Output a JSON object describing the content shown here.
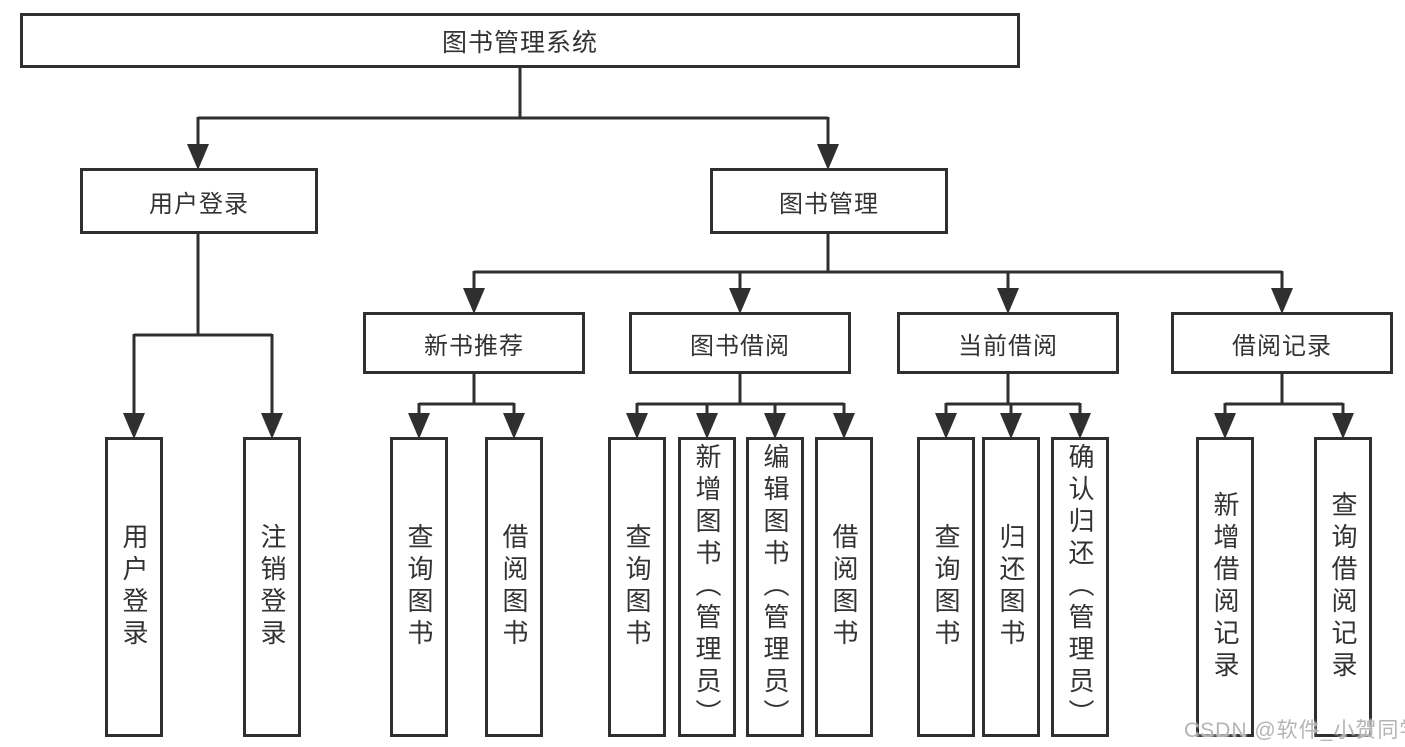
{
  "diagram": {
    "type": "tree-structure-chart",
    "root": {
      "label": "图书管理系统",
      "children": [
        {
          "label": "用户登录",
          "children": [
            {
              "label": "用户登录"
            },
            {
              "label": "注销登录"
            }
          ]
        },
        {
          "label": "图书管理",
          "children": [
            {
              "label": "新书推荐",
              "children": [
                {
                  "label": "查询图书"
                },
                {
                  "label": "借阅图书"
                }
              ]
            },
            {
              "label": "图书借阅",
              "children": [
                {
                  "label": "查询图书"
                },
                {
                  "label": "新增图书（管理员）"
                },
                {
                  "label": "编辑图书（管理员）"
                },
                {
                  "label": "借阅图书"
                }
              ]
            },
            {
              "label": "当前借阅",
              "children": [
                {
                  "label": "查询图书"
                },
                {
                  "label": "归还图书"
                },
                {
                  "label": "确认归还（管理员）"
                }
              ]
            },
            {
              "label": "借阅记录",
              "children": [
                {
                  "label": "新增借阅记录"
                },
                {
                  "label": "查询借阅记录"
                }
              ]
            }
          ]
        }
      ]
    },
    "colors": {
      "line": "#2f2f2f",
      "text": "#333333",
      "background": "#ffffff",
      "watermark": "#b5b5b5"
    }
  },
  "watermark": {
    "text": "CSDN @软件_小贺同学"
  }
}
